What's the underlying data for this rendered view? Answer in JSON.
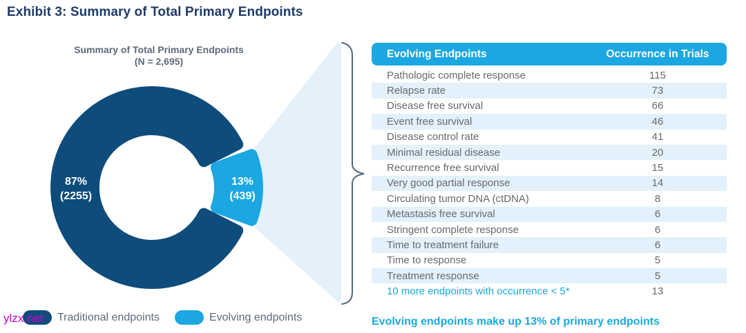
{
  "page_title": "Exhibit 3: Summary of Total Primary Endpoints",
  "chart": {
    "title_line1": "Summary of Total Primary Endpoints",
    "title_line2": "(N = 2,695)",
    "traditional": {
      "pct": "87%",
      "count": "(2255)"
    },
    "evolving": {
      "pct": "13%",
      "count": "(439)"
    }
  },
  "chart_data": {
    "type": "pie",
    "subtype": "donut",
    "title": "Summary of Total Primary Endpoints (N = 2,695)",
    "n_total": 2695,
    "categories": [
      "Traditional endpoints",
      "Evolving endpoints"
    ],
    "values": [
      2255,
      439
    ],
    "percent_labels": [
      "87%",
      "13%"
    ],
    "colors": [
      "#0e4c7c",
      "#1ba7e1"
    ],
    "legend_position": "bottom",
    "exploded_slice": "Evolving endpoints",
    "callout_table": {
      "headers": [
        "Evolving Endpoints",
        "Occurrence in Trials"
      ],
      "rows": [
        [
          "Pathologic complete response",
          115
        ],
        [
          "Relapse rate",
          73
        ],
        [
          "Disease free survival",
          66
        ],
        [
          "Event free survival",
          46
        ],
        [
          "Disease control rate",
          41
        ],
        [
          "Minimal residual disease",
          20
        ],
        [
          "Recurrence free survival",
          15
        ],
        [
          "Very good partial response",
          14
        ],
        [
          "Circulating tumor DNA (ctDNA)",
          8
        ],
        [
          "Metastasis free survival",
          6
        ],
        [
          "Stringent complete response",
          6
        ],
        [
          "Time to treatment failure",
          6
        ],
        [
          "Time to response",
          5
        ],
        [
          "Treatment response",
          5
        ],
        [
          "10 more endpoints with occurrence < 5*",
          13
        ]
      ]
    }
  },
  "table": {
    "headers": [
      "Evolving Endpoints",
      "Occurrence in Trials"
    ],
    "rows": [
      {
        "label": "Pathologic complete response",
        "value": "115"
      },
      {
        "label": "Relapse rate",
        "value": "73"
      },
      {
        "label": "Disease free survival",
        "value": "66"
      },
      {
        "label": "Event free survival",
        "value": "46"
      },
      {
        "label": "Disease control rate",
        "value": "41"
      },
      {
        "label": "Minimal residual disease",
        "value": "20"
      },
      {
        "label": "Recurrence free survival",
        "value": "15"
      },
      {
        "label": "Very good partial response",
        "value": "14"
      },
      {
        "label": "Circulating tumor DNA (ctDNA)",
        "value": "8"
      },
      {
        "label": "Metastasis free survival",
        "value": "6"
      },
      {
        "label": "Stringent complete response",
        "value": "6"
      },
      {
        "label": "Time to treatment failure",
        "value": "6"
      },
      {
        "label": "Time to response",
        "value": "5"
      },
      {
        "label": "Treatment response",
        "value": "5"
      },
      {
        "label": "10 more endpoints with occurrence < 5*",
        "value": "13"
      }
    ]
  },
  "legend": [
    {
      "label": "Traditional endpoints",
      "color": "#0e4c7c"
    },
    {
      "label": "Evolving endpoints",
      "color": "#1ba7e1"
    }
  ],
  "footer_note": "Evolving endpoints make up 13% of primary endpoints",
  "watermark": "ylzx.net",
  "colors": {
    "traditional_navy": "#0e4c7c",
    "evolving_blue": "#1ba7e1",
    "funnel_pale_blue": "#e4f1fa",
    "row_stripe": "#e2f1fb",
    "title_navy": "#203a66",
    "body_gray": "#66696e",
    "subtitle_gray": "#5c6b7a",
    "brace_slate": "#53677e",
    "watermark_magenta": "#cc00cc"
  }
}
